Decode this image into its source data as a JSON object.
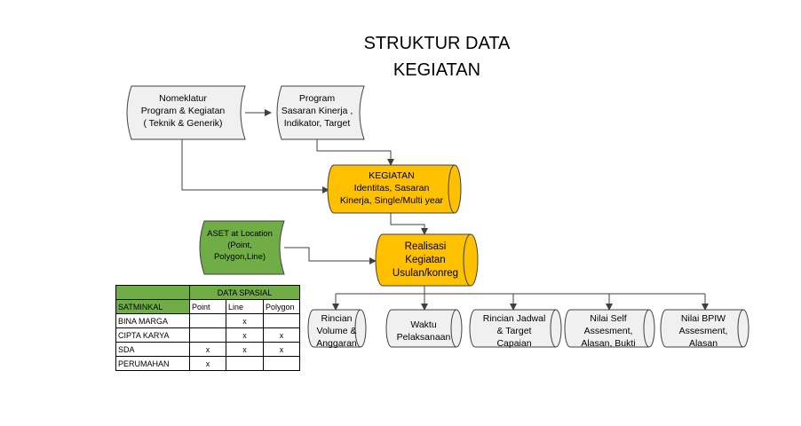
{
  "title": {
    "line1": "STRUKTUR DATA",
    "line2": "KEGIATAN"
  },
  "colors": {
    "gray_fill": "#f0f0f0",
    "orange_fill": "#ffc000",
    "green_fill": "#70ad47",
    "stroke": "#404040"
  },
  "nodes": {
    "nomeklatur": [
      "Nomeklatur",
      "Program & Kegiatan",
      "( Teknik & Generik)"
    ],
    "program": [
      "Program",
      "Sasaran Kinerja ,",
      "Indikator, Target"
    ],
    "kegiatan": [
      "KEGIATAN",
      "Identitas, Sasaran",
      "Kinerja, Single/Multi year"
    ],
    "aset": [
      "ASET at Location",
      "(Point,",
      "Polygon,Line)"
    ],
    "realisasi": [
      "Realisasi",
      "Kegiatan",
      "Usulan/konreg"
    ],
    "rincian_volume": [
      "Rincian",
      "Volume &",
      "Anggaran"
    ],
    "waktu": [
      "Waktu",
      "Pelaksanaan"
    ],
    "rincian_jadwal": [
      "Rincian Jadwal",
      "& Target",
      "Capaian"
    ],
    "nilai_self": [
      "Nilai Self",
      "Assesment,",
      "Alasan, Bukti"
    ],
    "nilai_bpiw": [
      "Nilai BPIW",
      "Assesment,",
      "Alasan"
    ]
  },
  "legend_table": {
    "group_header": "DATA SPASIAL",
    "row_header": "SATMINKAL",
    "columns": [
      "Point",
      "Line",
      "Polygon"
    ],
    "rows": [
      {
        "name": "BINA MARGA",
        "values": [
          "",
          "x",
          ""
        ]
      },
      {
        "name": "CIPTA KARYA",
        "values": [
          "",
          "x",
          "x"
        ]
      },
      {
        "name": "SDA",
        "values": [
          "x",
          "x",
          "x"
        ]
      },
      {
        "name": "PERUMAHAN",
        "values": [
          "x",
          "",
          ""
        ]
      }
    ]
  }
}
